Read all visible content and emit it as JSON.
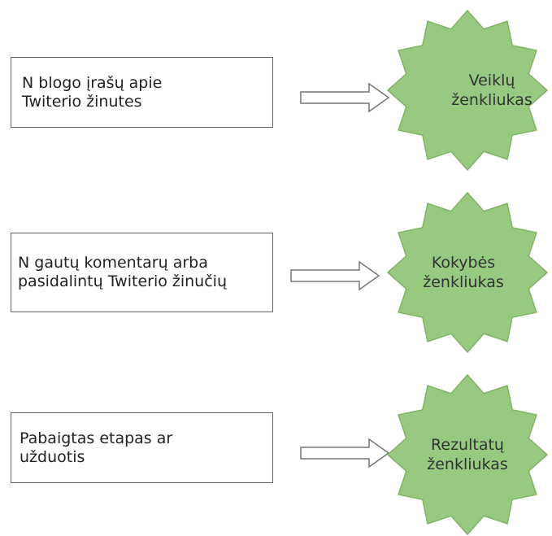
{
  "colors": {
    "badge_fill": "#98c981",
    "badge_stroke": "#82b366",
    "box_border": "#666666",
    "arrow_stroke": "#777777"
  },
  "rows": [
    {
      "text": "N blogo įrašų apie\nTwiterio žinutes",
      "badge": "Veiklų\nženkliukas"
    },
    {
      "text": "N gautų komentarų arba\npasidalintų Twiterio žinučių",
      "badge": "Kokybės\nženkliukas"
    },
    {
      "text": "Pabaigtas etapas ar\nužduotis",
      "badge": "Rezultatų\nženkliukas"
    }
  ]
}
